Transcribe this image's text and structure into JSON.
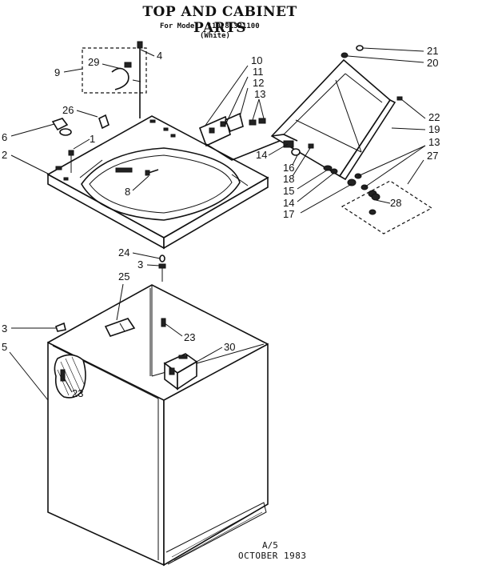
{
  "header": {
    "title": "TOP AND CABINET PARTS",
    "model": "For Model: 110.81321100",
    "color": "(White)"
  },
  "footer": {
    "page": "A/5",
    "date": "OCTOBER 1983"
  },
  "callouts": {
    "c1": "1",
    "c2": "2",
    "c3a": "3",
    "c3b": "3",
    "c4": "4",
    "c5": "5",
    "c6": "6",
    "c8": "8",
    "c9": "9",
    "c10": "10",
    "c11": "11",
    "c12": "12",
    "c13a": "13",
    "c13b": "13",
    "c14a": "14",
    "c14b": "14",
    "c15": "15",
    "c16": "16",
    "c17": "17",
    "c18": "18",
    "c19": "19",
    "c20": "20",
    "c21": "21",
    "c22": "22",
    "c23a": "23",
    "c23b": "23",
    "c24": "24",
    "c25": "25",
    "c26": "26",
    "c27": "27",
    "c28": "28",
    "c29": "29",
    "c30": "30"
  }
}
